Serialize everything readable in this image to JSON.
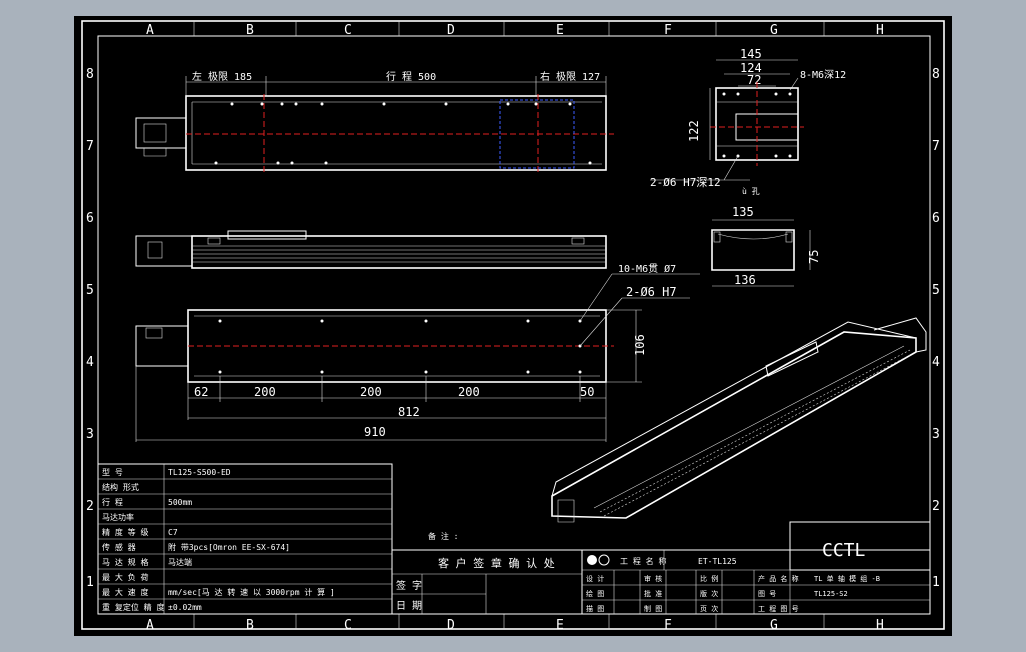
{
  "border": {
    "cols": [
      "A",
      "B",
      "C",
      "D",
      "E",
      "F",
      "G",
      "H"
    ],
    "rows": [
      "8",
      "7",
      "6",
      "5",
      "4",
      "3",
      "2",
      "1"
    ]
  },
  "top_view": {
    "left_limit": "左 极限 185",
    "stroke": "行 程 500",
    "right_limit": "右 极限 127"
  },
  "end_view_top": {
    "w145": "145",
    "w124": "124",
    "w72": "72",
    "screw_note": "8-M6深12",
    "h122": "122",
    "pin_note": "2-Ø6 H7深12",
    "small_note": "ù 孔"
  },
  "end_view_mid": {
    "w135": "135",
    "w136": "136",
    "h75": "75"
  },
  "bottom_view": {
    "hole_note1": "10-M6贯 Ø7",
    "hole_note2": "2-Ø6 H7",
    "h106": "106",
    "d62": "62",
    "d200a": "200",
    "d200b": "200",
    "d200c": "200",
    "d50": "50",
    "d812": "812",
    "d910": "910"
  },
  "spec_table": [
    {
      "label": "型 号",
      "value": "TL125-S500-ED"
    },
    {
      "label": "结构 形式",
      "value": ""
    },
    {
      "label": "行 程",
      "value": "500mm"
    },
    {
      "label": "马达功率",
      "value": ""
    },
    {
      "label": "精 度 等 级",
      "value": "C7"
    },
    {
      "label": "传 感 器",
      "value": "附 带3pcs[Omron EE-SX-674]"
    },
    {
      "label": "马 达 规 格",
      "value": "马达端"
    },
    {
      "label": "最 大 负 荷",
      "value": ""
    },
    {
      "label": "最 大 速 度",
      "value": "mm/sec[马 达 转 速 以 3000rpm 计 算 ]"
    },
    {
      "label": "重 复定位 精 度",
      "value": "±0.02mm"
    }
  ],
  "approval": {
    "note": "备 注 :",
    "header": "客 户 签 章 确 认 处",
    "sign": "签 字",
    "date": "日 期"
  },
  "title_block": {
    "logo": "CCTL",
    "project_label": "工 程 名 称",
    "project_value": "ET-TL125",
    "rows": [
      [
        "设 计",
        "",
        "审 核",
        "",
        "比 例",
        "",
        "产 品 名 称",
        "TL 单 轴 模 组 -B"
      ],
      [
        "绘 图",
        "",
        "批 准",
        "",
        "版 次",
        "",
        "图 号",
        "TL125-S2"
      ],
      [
        "描 图",
        "",
        "制 图",
        "",
        "页 次",
        "",
        "工 程 图 号",
        ""
      ]
    ]
  }
}
